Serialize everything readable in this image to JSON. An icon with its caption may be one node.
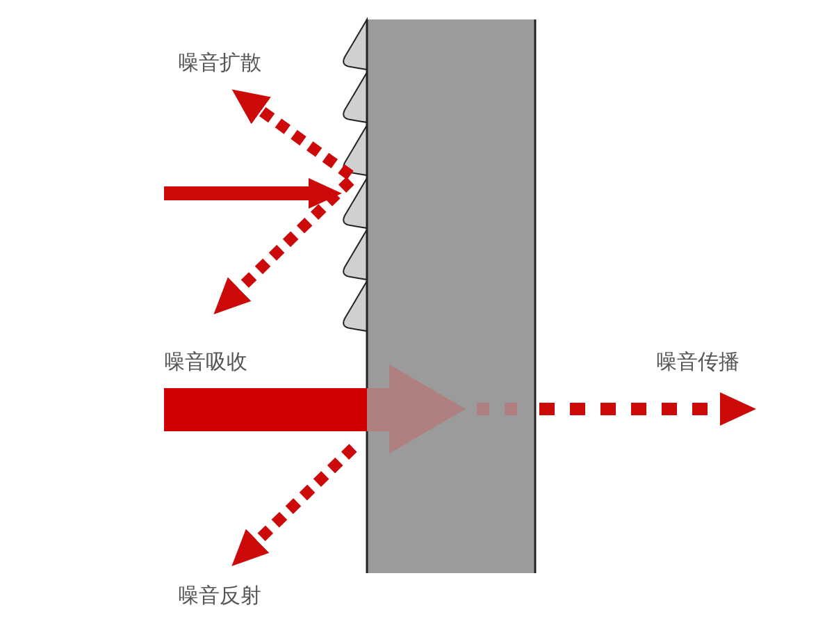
{
  "diagram": {
    "labels": [
      "噪音扩散",
      "噪音吸收",
      "噪音传播",
      "噪音反射"
    ]
  }
}
